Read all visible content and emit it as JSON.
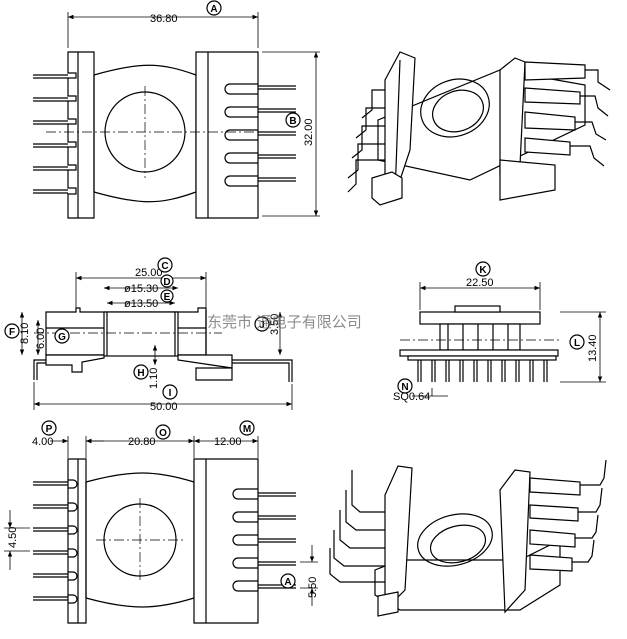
{
  "dimensions": {
    "top_width": "36.80",
    "top_height": "32.00",
    "side_width": "25.00",
    "side_outer_dia": "ø15.30",
    "side_inner_dia": "ø13.50",
    "side_flange_height": "3.50",
    "side_total_height": "8.10",
    "side_body_height": "6.00",
    "side_pin_offset": "1.10",
    "side_total_width": "50.00",
    "end_width": "22.50",
    "end_height": "13.40",
    "pin_section": "SQ0.64",
    "bottom_left_flange": "4.00",
    "bottom_core_width": "20.80",
    "bottom_right_flange": "12.00",
    "pin_pitch_left": "4.50",
    "pin_pitch_right": "5.50"
  },
  "labels": {
    "A": "A",
    "B": "B",
    "C": "C",
    "D": "D",
    "E": "E",
    "F": "F",
    "G": "G",
    "H": "H",
    "I": "I",
    "J": "J",
    "K": "K",
    "L": "L",
    "M": "M",
    "N": "N",
    "O": "O",
    "P": "P"
  },
  "watermark": "东莞市 通电子有限公司"
}
